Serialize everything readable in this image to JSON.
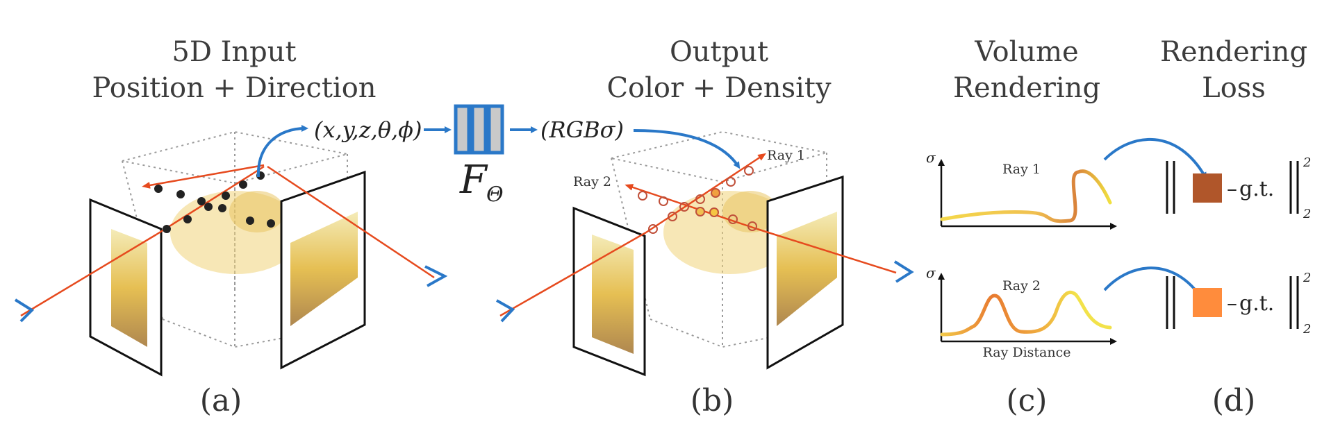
{
  "titles": {
    "a_line1": "5D Input",
    "a_line2": "Position + Direction",
    "b_line1": "Output",
    "b_line2": "Color + Density",
    "c_line1": "Volume",
    "c_line2": "Rendering",
    "d_line1": "Rendering",
    "d_line2": "Loss"
  },
  "network": {
    "input_tuple": "(x,y,z,θ,ϕ)",
    "output_tuple": "(RGBσ)",
    "function_symbol": "F",
    "function_subscript": "Θ"
  },
  "scene_b": {
    "ray1_label": "Ray 1",
    "ray2_label": "Ray 2"
  },
  "plots": {
    "sigma_symbol": "σ",
    "ray1_title": "Ray 1",
    "ray2_title": "Ray 2",
    "x_axis_label": "Ray Distance"
  },
  "loss": {
    "gt_label": "g.t.",
    "minus": "–",
    "subscript": "2",
    "superscript": "2",
    "ray1_color": "#b0562a",
    "ray2_color": "#ff8c3c"
  },
  "panel_labels": {
    "a": "(a)",
    "b": "(b)",
    "c": "(c)",
    "d": "(d)"
  },
  "colors": {
    "ray": "#e64a1e",
    "arrow_blue": "#2a78c8",
    "network_fill": "#c9c9c9",
    "network_stroke": "#2a78c8"
  }
}
